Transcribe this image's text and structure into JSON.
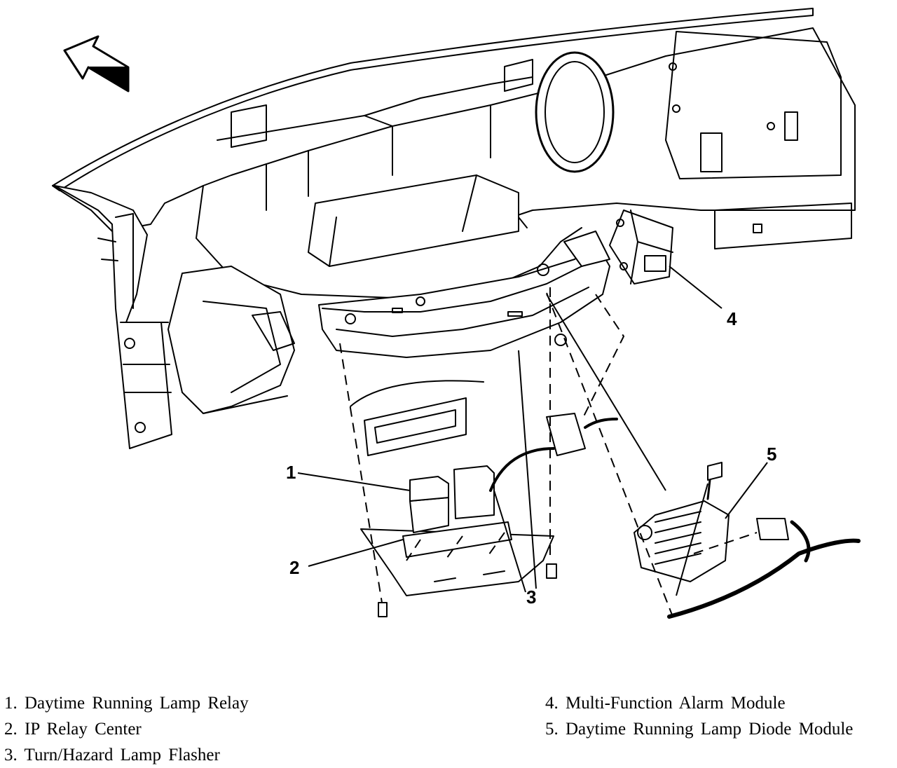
{
  "callouts": {
    "c1": "1",
    "c2": "2",
    "c3": "3",
    "c4": "4",
    "c5": "5"
  },
  "legend": {
    "left": [
      "1. Daytime Running Lamp Relay",
      "2. IP Relay Center",
      "3. Turn/Hazard Lamp Flasher"
    ],
    "right": [
      "4. Multi-Function Alarm Module",
      "5. Daytime Running Lamp Diode Module"
    ]
  }
}
